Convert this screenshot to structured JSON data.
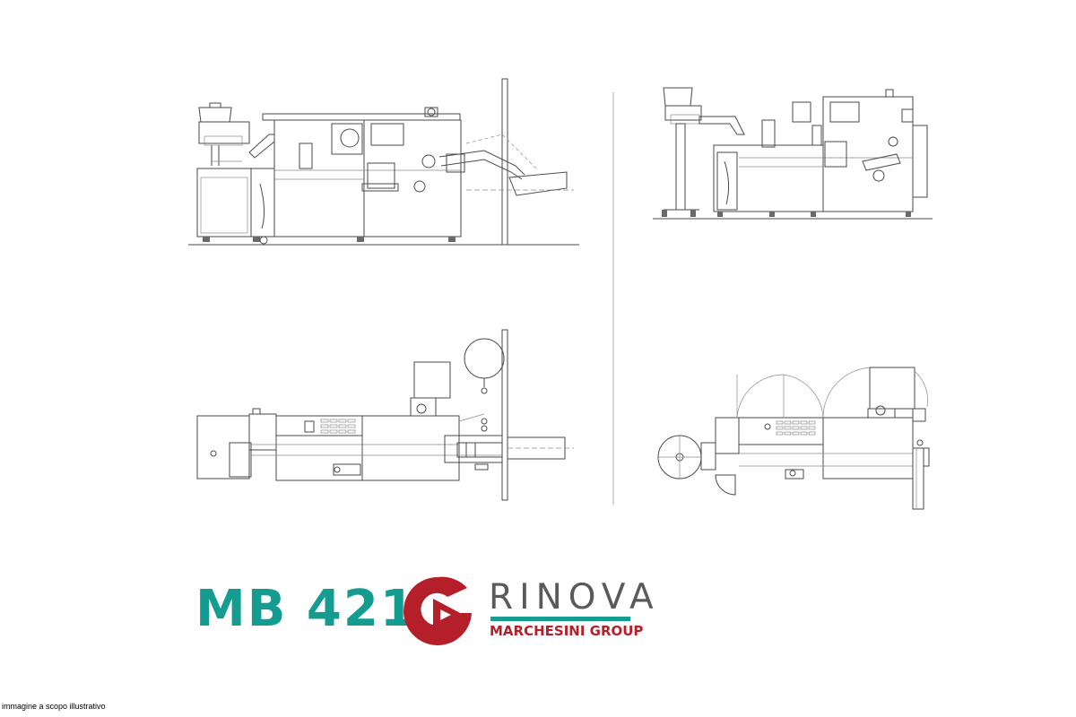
{
  "product": {
    "model": "MB 421"
  },
  "brand": {
    "name": "RINOVA",
    "group": "MARCHESINI GROUP"
  },
  "disclaimer": "immagine a scopo illustrativo",
  "colors": {
    "model_text": "#139c8f",
    "brand_text": "#5a5a5a",
    "brand_bar": "#139c8f",
    "logo_red": "#b51f2a",
    "group_text": "#b51f2a",
    "drawing_line": "#4a4a4a"
  },
  "drawings": [
    "front-elevation-view",
    "side-elevation-view",
    "top-plan-view-left",
    "top-plan-view-right"
  ]
}
